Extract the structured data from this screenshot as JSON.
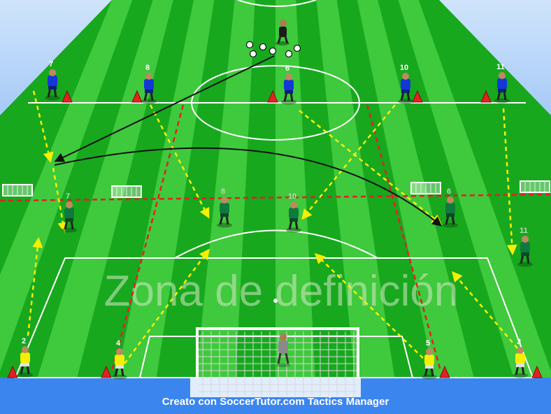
{
  "zone_title": "Zona  de  definición",
  "footer": "Creato con SoccerTutor.com Tactics Manager",
  "colors": {
    "grass_dark": "#17a81e",
    "grass_light": "#3fc93c",
    "blue_team": "#1238d6",
    "green_team": "#0f7a3e",
    "yellow_team": "#f5f000",
    "cone": "#e02222",
    "run_arrow": "#f5f000",
    "zone_line": "#e42020"
  },
  "blue_players": [
    "7",
    "8",
    "6",
    "10",
    "11"
  ],
  "green_players": [
    "7",
    "8",
    "10",
    "6",
    "11"
  ],
  "yellow_players": [
    "2",
    "4",
    "5",
    "3"
  ]
}
